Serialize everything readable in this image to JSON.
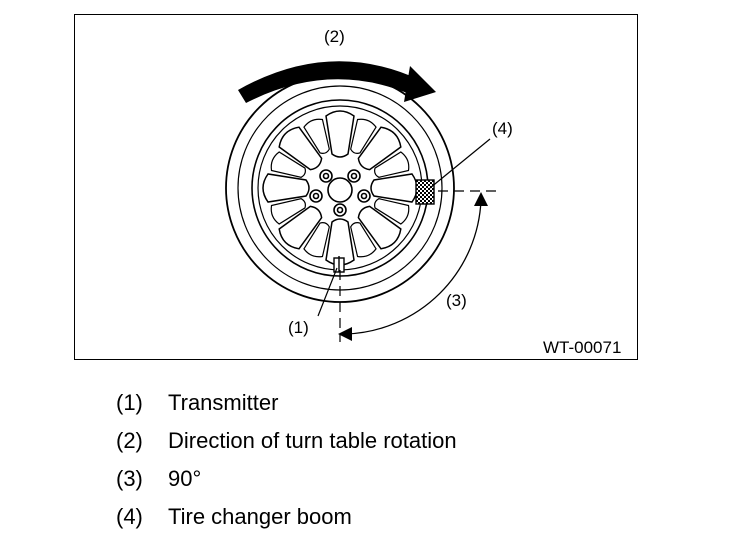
{
  "diagram": {
    "callouts": {
      "transmitter": "(1)",
      "rotation": "(2)",
      "angle": "(3)",
      "boom": "(4)"
    },
    "figure_id": "WT-00071"
  },
  "legend": [
    {
      "num": "(1)",
      "text": "Transmitter"
    },
    {
      "num": "(2)",
      "text": "Direction of turn table rotation"
    },
    {
      "num": "(3)",
      "text": "90°"
    },
    {
      "num": "(4)",
      "text": "Tire changer boom"
    }
  ]
}
